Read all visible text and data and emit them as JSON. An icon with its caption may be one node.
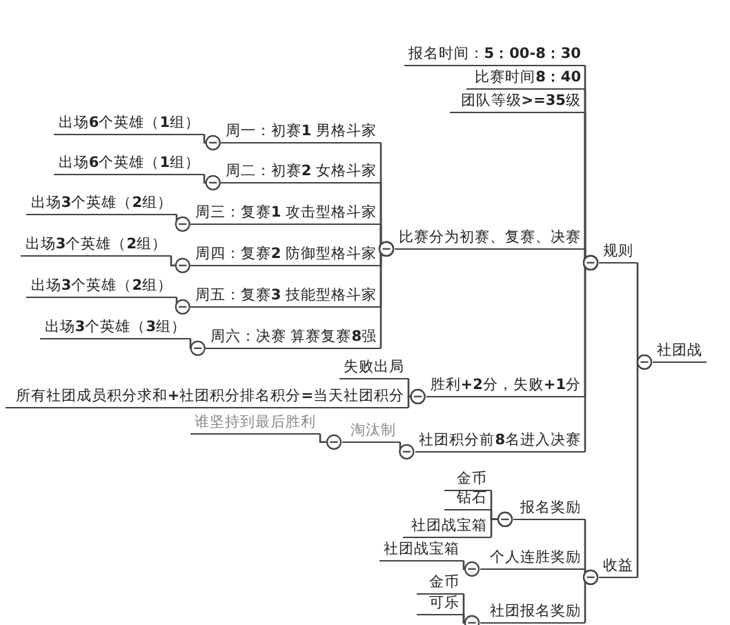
{
  "diagram": {
    "nodes": [
      {
        "text": [
          "社团战"
        ]
      },
      {
        "text": [
          "规则"
        ]
      },
      {
        "text": [
          "收益"
        ]
      },
      {
        "text": [
          "报名时间：**5：00-8：30**"
        ]
      },
      {
        "text": [
          "比赛时间**8：40**"
        ]
      },
      {
        "text": [
          "团队等级**>=35**级"
        ]
      },
      {
        "text": [
          "比赛分为初赛、复赛、决赛"
        ]
      },
      {
        "text": [
          "周一：初赛**1** 男格斗家"
        ]
      },
      {
        "text": [
          "出场**6**个英雄（**1**组）"
        ]
      },
      {
        "text": [
          "周二：初赛**2** 女格斗家"
        ]
      },
      {
        "text": [
          "出场**6**个英雄（**1**组）"
        ]
      },
      {
        "text": [
          "周三：复赛**1** 攻击型格斗家"
        ]
      },
      {
        "text": [
          "出场**3**个英雄（**2**组）"
        ]
      },
      {
        "text": [
          "周四：复赛**2** 防御型格斗家"
        ]
      },
      {
        "text": [
          "出场**3**个英雄（**2**组）"
        ]
      },
      {
        "text": [
          "周五：复赛**3** 技能型格斗家"
        ]
      },
      {
        "text": [
          "出场**3**个英雄（**2**组）"
        ]
      },
      {
        "text": [
          "周六：决赛 算赛复赛**8**强"
        ]
      },
      {
        "text": [
          "出场**3**个英雄（**3**组）"
        ]
      },
      {
        "text": [
          "胜利**+2**分，失败**+1**分"
        ]
      },
      {
        "text": [
          "失败出局"
        ]
      },
      {
        "text": [
          "所有社团成员积分求和**+**社团积分排名积分**=**当天社团积分"
        ]
      },
      {
        "text": [
          "社团积分前**8**名进入决赛"
        ]
      },
      {
        "text": [
          "淘汰制"
        ]
      },
      {
        "text": [
          "谁坚持到最后胜利"
        ]
      },
      {
        "text": [
          "报名奖励"
        ]
      },
      {
        "text": [
          "金币"
        ]
      },
      {
        "text": [
          "钻石"
        ]
      },
      {
        "text": [
          "社团战宝箱"
        ]
      },
      {
        "text": [
          "个人连胜奖励"
        ]
      },
      {
        "text": [
          "社团战宝箱"
        ]
      },
      {
        "text": [
          "社团报名奖励"
        ]
      },
      {
        "text": [
          "金币"
        ]
      },
      {
        "text": [
          "可乐"
        ]
      }
    ],
    "edges": [
      {
        "from": 0,
        "to": 1,
        "arrow": "other"
      },
      {
        "from": 0,
        "to": 2,
        "arrow": "other"
      },
      {
        "from": 1,
        "to": 3,
        "arrow": "other"
      },
      {
        "from": 1,
        "to": 4,
        "arrow": "other"
      },
      {
        "from": 1,
        "to": 5,
        "arrow": "other"
      },
      {
        "from": 1,
        "to": 6,
        "arrow": "other"
      },
      {
        "from": 1,
        "to": 19,
        "arrow": "other"
      },
      {
        "from": 1,
        "to": 22,
        "arrow": "other"
      },
      {
        "from": 6,
        "to": 7,
        "arrow": "other"
      },
      {
        "from": 6,
        "to": 9,
        "arrow": "other"
      },
      {
        "from": 6,
        "to": 11,
        "arrow": "other"
      },
      {
        "from": 6,
        "to": 13,
        "arrow": "other"
      },
      {
        "from": 6,
        "to": 15,
        "arrow": "other"
      },
      {
        "from": 6,
        "to": 17,
        "arrow": "other"
      },
      {
        "from": 7,
        "to": 8,
        "arrow": "other"
      },
      {
        "from": 9,
        "to": 10,
        "arrow": "other"
      },
      {
        "from": 11,
        "to": 12,
        "arrow": "other"
      },
      {
        "from": 13,
        "to": 14,
        "arrow": "other"
      },
      {
        "from": 15,
        "to": 16,
        "arrow": "other"
      },
      {
        "from": 17,
        "to": 18,
        "arrow": "other"
      },
      {
        "from": 19,
        "to": 20,
        "arrow": "other"
      },
      {
        "from": 19,
        "to": 21,
        "arrow": "other"
      },
      {
        "from": 22,
        "to": 23,
        "arrow": "other"
      },
      {
        "from": 23,
        "to": 24,
        "arrow": "other"
      },
      {
        "from": 2,
        "to": 25,
        "arrow": "other"
      },
      {
        "from": 2,
        "to": 29,
        "arrow": "other"
      },
      {
        "from": 2,
        "to": 31,
        "arrow": "other"
      },
      {
        "from": 25,
        "to": 26,
        "arrow": "other"
      },
      {
        "from": 25,
        "to": 27,
        "arrow": "other"
      },
      {
        "from": 25,
        "to": 28,
        "arrow": "other"
      },
      {
        "from": 29,
        "to": 30,
        "arrow": "other"
      },
      {
        "from": 31,
        "to": 32,
        "arrow": "other"
      },
      {
        "from": 31,
        "to": 33,
        "arrow": "other"
      }
    ]
  }
}
